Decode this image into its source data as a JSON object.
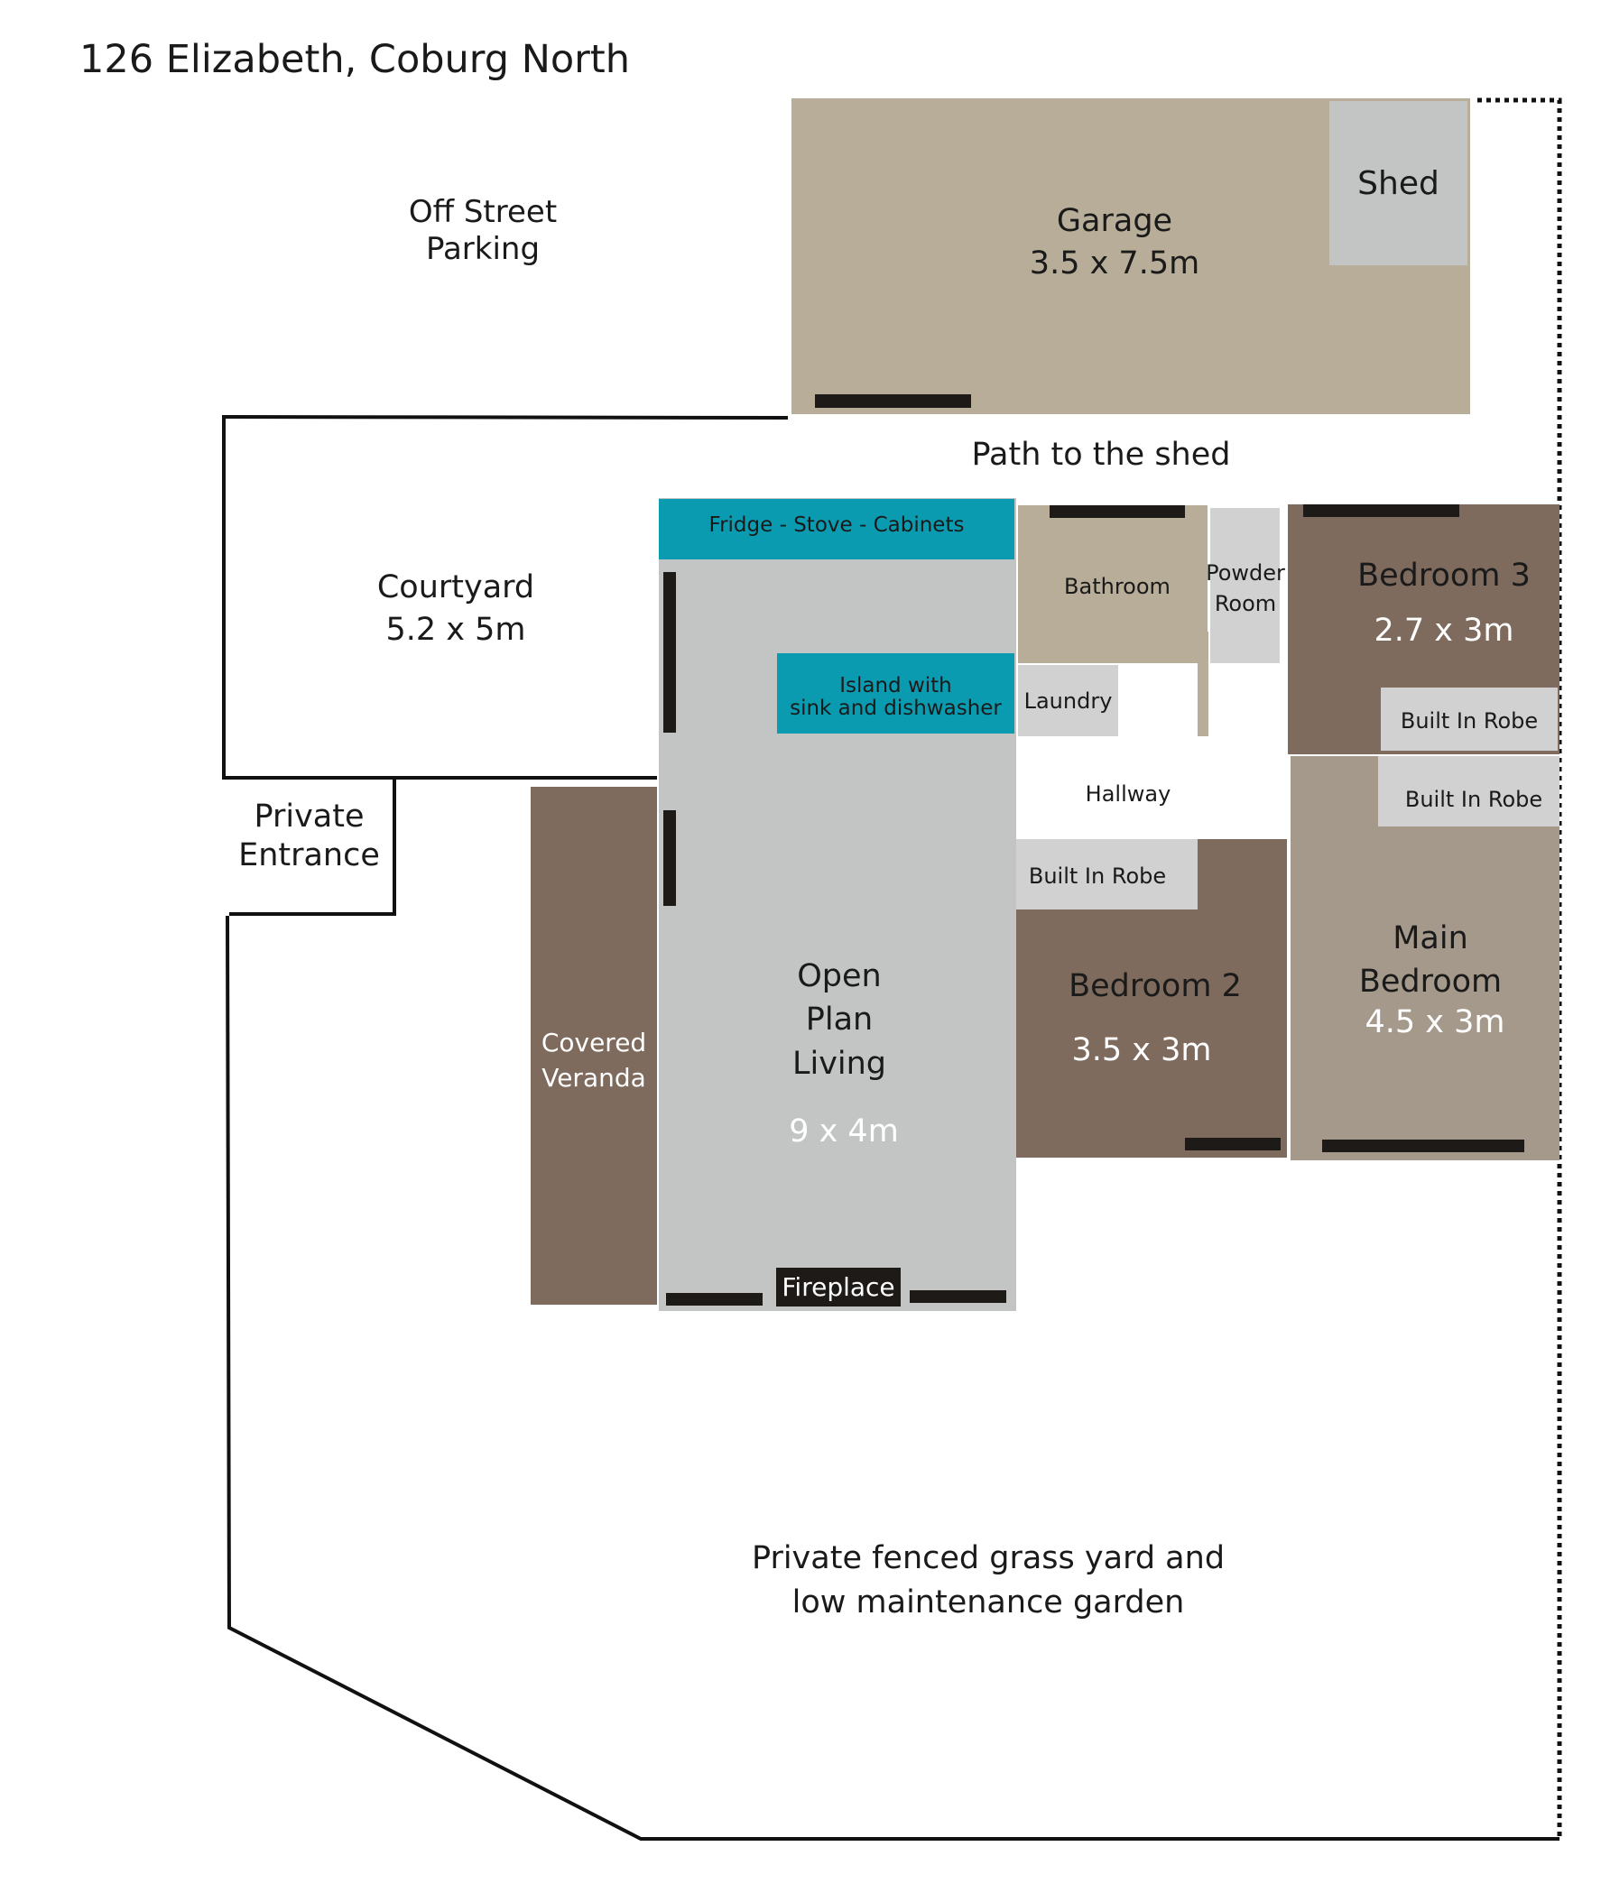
{
  "title": "126 Elizabeth,  Coburg North",
  "colors": {
    "garage": "#b7ad98",
    "shed": "#c3c4c4",
    "living": "#c3c4c4",
    "kitchen": "#0b9bb1",
    "bathroom": "#b7ad98",
    "light_grey": "#d0d1d0",
    "bedroom_dark": "#7e6b5d",
    "bedroom_main": "#a4998a",
    "veranda": "#7e6b5d",
    "bar": "#1e1a18"
  },
  "labels": {
    "off_street_line1": "Off Street",
    "off_street_line2": "Parking",
    "garage_name": "Garage",
    "garage_size": "3.5 x 7.5m",
    "shed": "Shed",
    "path": "Path to the shed",
    "courtyard_name": "Courtyard",
    "courtyard_size": "5.2 x 5m",
    "private_entrance_line1": "Private",
    "private_entrance_line2": "Entrance",
    "kitchen": "Fridge - Stove - Cabinets",
    "island_line1": "Island with",
    "island_line2": "sink and dishwasher",
    "living_line1": "Open",
    "living_line2": "Plan",
    "living_line3": "Living",
    "living_size": "9 x 4m",
    "fireplace": "Fireplace",
    "veranda_line1": "Covered",
    "veranda_line2": "Veranda",
    "bathroom": "Bathroom",
    "powder_line1": "Powder",
    "powder_line2": "Room",
    "laundry": "Laundry",
    "hallway": "Hallway",
    "bedroom3_name": "Bedroom 3",
    "bedroom3_size": "2.7 x 3m",
    "robe_b3": "Built In Robe",
    "robe_main": "Built In Robe",
    "robe_b2": "Built In Robe",
    "bedroom2_name": "Bedroom 2",
    "bedroom2_size": "3.5 x 3m",
    "main_line1": "Main",
    "main_line2": "Bedroom",
    "main_size": "4.5 x 3m",
    "yard_line1": "Private fenced grass yard and",
    "yard_line2": "low maintenance garden"
  }
}
